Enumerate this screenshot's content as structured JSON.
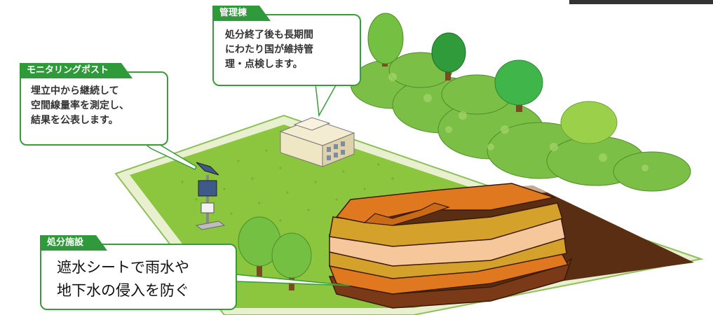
{
  "callouts": {
    "monitoring_post": {
      "title": "モニタリングポスト",
      "body": "埋立中から継続して\n空間線量率を測定し、\n結果を公表します。"
    },
    "admin_building": {
      "title": "管理棟",
      "body": "処分終了後も長期間\nにわたり国が維持管\n理・点検します。"
    },
    "disposal_facility": {
      "title": "処分施設",
      "body": "遮水シートで雨水や\n地下水の侵入を防ぐ"
    }
  },
  "colors": {
    "grass": "#8cc63f",
    "grass_border": "#e8f0d0",
    "tree_green": "#6abf3a",
    "hedge_green": "#7cbf46",
    "soil_dark": "#5a2e12",
    "layer_orange": "#e07820",
    "layer_mustard": "#d4a22a",
    "layer_peach": "#f6c79a",
    "callout_border": "#3a9b3a",
    "tag_green": "#2f9a3a"
  }
}
